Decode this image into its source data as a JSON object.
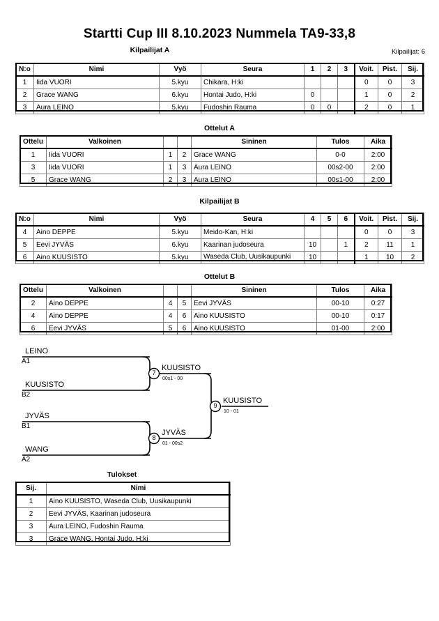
{
  "header": {
    "title": "Startti Cup III  8.10.2023  Nummela   TA9-33,8",
    "subtitle": "Kilpailijat A",
    "entrant_count": "Kilpailijat: 6"
  },
  "captions": {
    "ottelut_a": "Ottelut A",
    "kilpailijat_b": "Kilpailijat B",
    "ottelut_b": "Ottelut B",
    "tulokset": "Tulokset"
  },
  "competitor_headers_a": {
    "no": "N:o",
    "name": "Nimi",
    "belt": "Vyö",
    "club": "Seura",
    "m1": "1",
    "m2": "2",
    "m3": "3",
    "wins": "Voit.",
    "points": "Pist.",
    "rank": "Sij."
  },
  "competitor_headers_b": {
    "no": "N:o",
    "name": "Nimi",
    "belt": "Vyö",
    "club": "Seura",
    "m1": "4",
    "m2": "5",
    "m3": "6",
    "wins": "Voit.",
    "points": "Pist.",
    "rank": "Sij."
  },
  "competitors_a": [
    {
      "no": "1",
      "name": "Iida VUORI",
      "belt": "5.kyu",
      "club": "Chikara, H:ki",
      "m1": "",
      "m2": "",
      "m3": "",
      "wins": "0",
      "points": "0",
      "rank": "3"
    },
    {
      "no": "2",
      "name": "Grace WANG",
      "belt": "6.kyu",
      "club": "Hontai Judo, H:ki",
      "m1": "0",
      "m2": "",
      "m3": "",
      "wins": "1",
      "points": "0",
      "rank": "2"
    },
    {
      "no": "3",
      "name": "Aura LEINO",
      "belt": "5.kyu",
      "club": "Fudoshin Rauma",
      "m1": "0",
      "m2": "0",
      "m3": "",
      "wins": "2",
      "points": "0",
      "rank": "1"
    }
  ],
  "competitors_b": [
    {
      "no": "4",
      "name": "Aino DEPPE",
      "belt": "5.kyu",
      "club": "Meido-Kan, H:ki",
      "m1": "",
      "m2": "",
      "m3": "",
      "wins": "0",
      "points": "0",
      "rank": "3"
    },
    {
      "no": "5",
      "name": "Eevi JYVÄS",
      "belt": "6.kyu",
      "club": "Kaarinan judoseura",
      "m1": "10",
      "m2": "",
      "m3": "1",
      "wins": "2",
      "points": "11",
      "rank": "1"
    },
    {
      "no": "6",
      "name": "Aino KUUSISTO",
      "belt": "5.kyu",
      "club": "Waseda Club, Uusikaupunki",
      "m1": "10",
      "m2": "",
      "m3": "",
      "wins": "1",
      "points": "10",
      "rank": "2"
    }
  ],
  "match_headers": {
    "match": "Ottelu",
    "white": "Valkoinen",
    "blue": "Sininen",
    "result": "Tulos",
    "time": "Aika"
  },
  "matches_a": [
    {
      "no": "1",
      "white": "Iida VUORI",
      "wn": "1",
      "bn": "2",
      "blue": "Grace WANG",
      "result": "0-0",
      "time": "2:00"
    },
    {
      "no": "3",
      "white": "Iida VUORI",
      "wn": "1",
      "bn": "3",
      "blue": "Aura LEINO",
      "result": "00s2-00",
      "time": "2:00"
    },
    {
      "no": "5",
      "white": "Grace WANG",
      "wn": "2",
      "bn": "3",
      "blue": "Aura LEINO",
      "result": "00s1-00",
      "time": "2:00"
    }
  ],
  "matches_b": [
    {
      "no": "2",
      "white": "Aino DEPPE",
      "wn": "4",
      "bn": "5",
      "blue": "Eevi JYVÄS",
      "result": "00-10",
      "time": "0:27"
    },
    {
      "no": "4",
      "white": "Aino DEPPE",
      "wn": "4",
      "bn": "6",
      "blue": "Aino KUUSISTO",
      "result": "00-10",
      "time": "0:17"
    },
    {
      "no": "6",
      "white": "Eevi JYVÄS",
      "wn": "5",
      "bn": "6",
      "blue": "Aino KUUSISTO",
      "result": "01-00",
      "time": "2:00"
    }
  ],
  "bracket": {
    "entries": [
      {
        "name": "LEINO",
        "seed": "A1"
      },
      {
        "name": "KUUSISTO",
        "seed": "B2"
      },
      {
        "name": "JYVÄS",
        "seed": "B1"
      },
      {
        "name": "WANG",
        "seed": "A2"
      }
    ],
    "nodes": [
      {
        "num": "7",
        "winner": "KUUSISTO",
        "score": "00s1 - 00"
      },
      {
        "num": "8",
        "winner": "JYVÄS",
        "score": "01 - 00s2"
      },
      {
        "num": "9",
        "winner": "KUUSISTO",
        "score": "10 - 01"
      }
    ]
  },
  "results_headers": {
    "rank": "Sij.",
    "name": "Nimi"
  },
  "results": [
    {
      "rank": "1",
      "name": "Aino KUUSISTO, Waseda Club, Uusikaupunki"
    },
    {
      "rank": "2",
      "name": "Eevi JYVÄS, Kaarinan judoseura"
    },
    {
      "rank": "3",
      "name": "Aura LEINO, Fudoshin Rauma"
    },
    {
      "rank": "3",
      "name": "Grace WANG, Hontai Judo, H:ki"
    }
  ]
}
